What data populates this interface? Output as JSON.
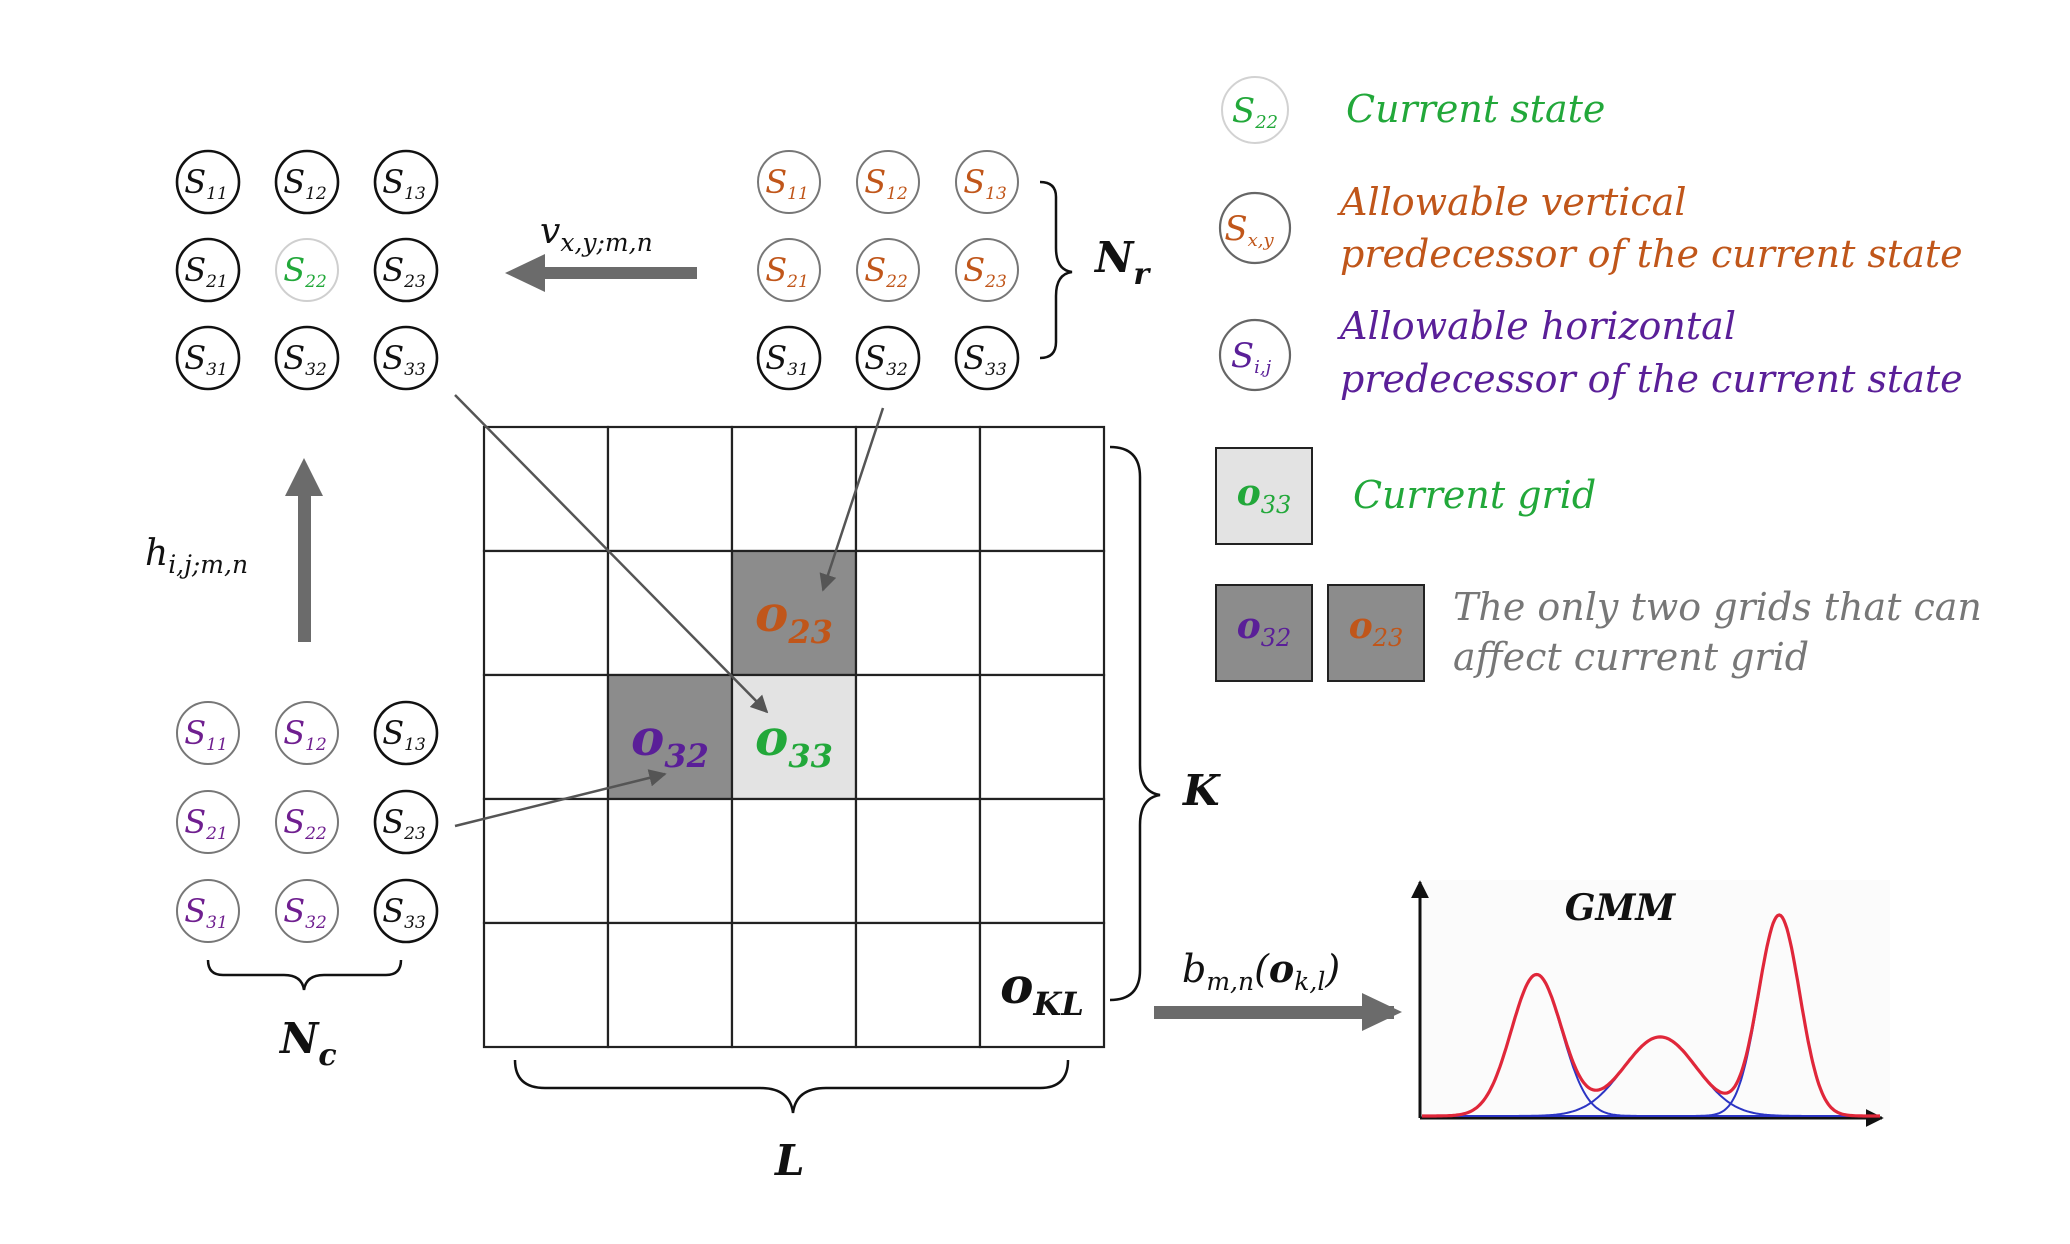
{
  "colors": {
    "black": "#111111",
    "green": "#22a83a",
    "orange": "#c0561a",
    "purple": "#6f1f8f",
    "violet": "#5a1f98",
    "gray_text": "#777777",
    "dark_cell": "#8c8c8c",
    "light_cell": "#e3e3e3",
    "arrow": "#666666",
    "gmm_red": "#e0273a",
    "gmm_blue": "#2c35c4"
  },
  "state_grids": {
    "current": {
      "states": [
        {
          "main": "S",
          "sub": "11",
          "role": "plain"
        },
        {
          "main": "S",
          "sub": "12",
          "role": "plain"
        },
        {
          "main": "S",
          "sub": "13",
          "role": "plain"
        },
        {
          "main": "S",
          "sub": "21",
          "role": "plain"
        },
        {
          "main": "S",
          "sub": "22",
          "role": "current"
        },
        {
          "main": "S",
          "sub": "23",
          "role": "plain"
        },
        {
          "main": "S",
          "sub": "31",
          "role": "plain"
        },
        {
          "main": "S",
          "sub": "32",
          "role": "plain"
        },
        {
          "main": "S",
          "sub": "33",
          "role": "plain"
        }
      ]
    },
    "vertical": {
      "states": [
        {
          "main": "S",
          "sub": "11",
          "role": "vertical"
        },
        {
          "main": "S",
          "sub": "12",
          "role": "vertical"
        },
        {
          "main": "S",
          "sub": "13",
          "role": "vertical"
        },
        {
          "main": "S",
          "sub": "21",
          "role": "vertical"
        },
        {
          "main": "S",
          "sub": "22",
          "role": "vertical"
        },
        {
          "main": "S",
          "sub": "23",
          "role": "vertical"
        },
        {
          "main": "S",
          "sub": "31",
          "role": "plain"
        },
        {
          "main": "S",
          "sub": "32",
          "role": "plain"
        },
        {
          "main": "S",
          "sub": "33",
          "role": "plain"
        }
      ]
    },
    "horizontal": {
      "states": [
        {
          "main": "S",
          "sub": "11",
          "role": "horizontal"
        },
        {
          "main": "S",
          "sub": "12",
          "role": "horizontal"
        },
        {
          "main": "S",
          "sub": "13",
          "role": "plain"
        },
        {
          "main": "S",
          "sub": "21",
          "role": "horizontal"
        },
        {
          "main": "S",
          "sub": "22",
          "role": "horizontal"
        },
        {
          "main": "S",
          "sub": "23",
          "role": "plain"
        },
        {
          "main": "S",
          "sub": "31",
          "role": "horizontal"
        },
        {
          "main": "S",
          "sub": "32",
          "role": "horizontal"
        },
        {
          "main": "S",
          "sub": "33",
          "role": "plain"
        }
      ]
    }
  },
  "math_labels": {
    "v_main": "v",
    "v_sub": "x,y;m,n",
    "h_main": "h",
    "h_sub": "i,j;m,n",
    "Nr_main": "N",
    "Nr_sub": "r",
    "Nc_main": "N",
    "Nc_sub": "c",
    "K": "K",
    "L": "L",
    "b_main": "b",
    "b_sub": "m,n",
    "b_arg_open": "(",
    "b_arg_main": "o",
    "b_arg_sub": "k,l",
    "b_arg_close": ")"
  },
  "grid": {
    "rows": 5,
    "cols": 5,
    "cells": [
      {
        "row": 1,
        "col": 2,
        "main": "o",
        "sub": "23",
        "style": "dark",
        "color": "orange"
      },
      {
        "row": 2,
        "col": 1,
        "main": "o",
        "sub": "32",
        "style": "dark",
        "color": "violet"
      },
      {
        "row": 2,
        "col": 2,
        "main": "o",
        "sub": "33",
        "style": "light",
        "color": "green"
      },
      {
        "row": 4,
        "col": 4,
        "main": "o",
        "sub": "KL",
        "style": "plain",
        "color": "black"
      }
    ]
  },
  "legend": {
    "current_state": {
      "main": "S",
      "sub": "22",
      "text": "Current state"
    },
    "vertical_pred": {
      "main": "S",
      "sub": "x,y",
      "line1": "Allowable vertical",
      "line2": "predecessor of the current state"
    },
    "horizontal_pred": {
      "main": "S",
      "sub": "i,j",
      "line1": "Allowable horizontal",
      "line2": "predecessor of the current state"
    },
    "current_grid": {
      "main": "o",
      "sub": "33",
      "text": "Current grid"
    },
    "affect_grids": {
      "a_main": "o",
      "a_sub": "32",
      "b_main": "o",
      "b_sub": "23",
      "line1": "The only two grids that can",
      "line2": "affect current grid"
    }
  },
  "gmm": {
    "title": "GMM",
    "components": [
      {
        "mean": 0.25,
        "sd": 0.055,
        "weight": 1.0
      },
      {
        "mean": 0.52,
        "sd": 0.08,
        "weight": 0.56
      },
      {
        "mean": 0.78,
        "sd": 0.045,
        "weight": 1.42
      }
    ]
  }
}
